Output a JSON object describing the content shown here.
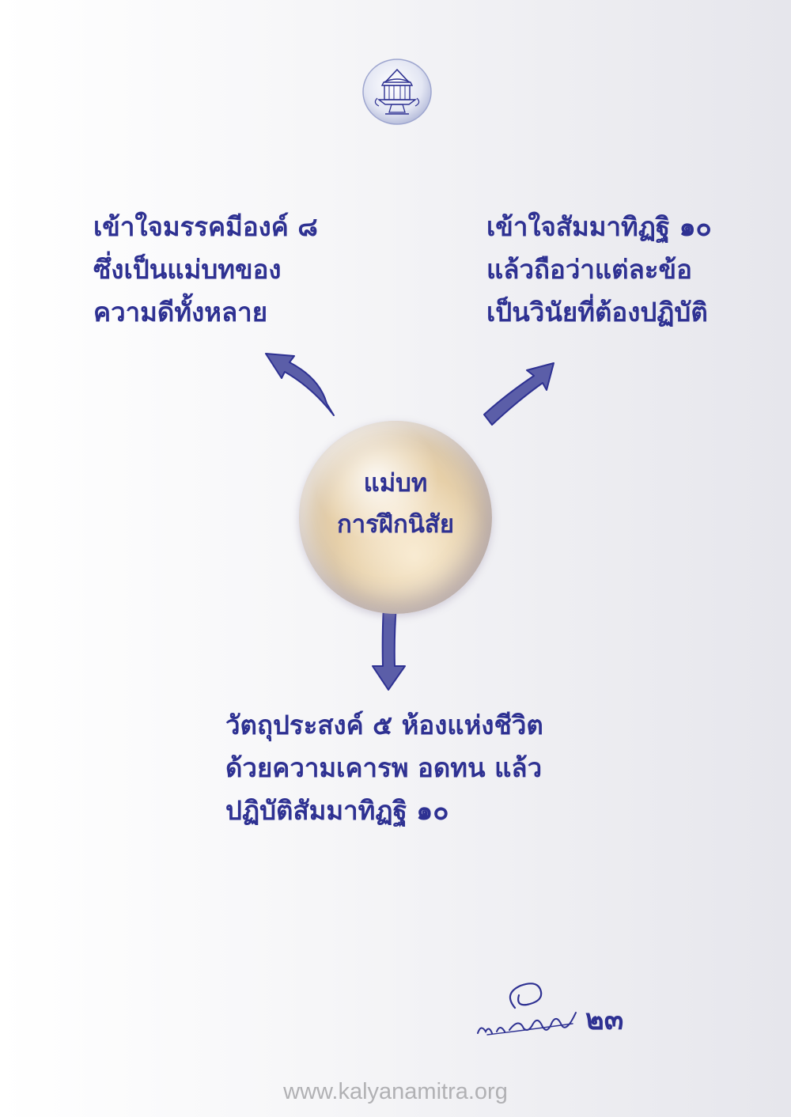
{
  "header": {
    "logo": "temple-seal-logo"
  },
  "diagram": {
    "center": {
      "lines": [
        "แม่บท",
        "การฝึกนิสัย"
      ]
    },
    "left": {
      "lines": [
        "เข้าใจมรรคมีองค์ ๘",
        "ซึ่งเป็นแม่บทของ",
        "ความดีทั้งหลาย"
      ]
    },
    "right": {
      "lines": [
        "เข้าใจสัมมาทิฏฐิ ๑๐",
        "แล้วถือว่าแต่ละข้อ",
        "เป็นวินัยที่ต้องปฏิบัติ"
      ]
    },
    "bottom": {
      "lines": [
        "วัตถุประสงค์ ๕ ห้องแห่งชีวิต",
        "ด้วยความเคารพ อดทน แล้ว",
        "ปฏิบัติสัมมาทิฏฐิ  ๑๐"
      ]
    }
  },
  "footer": {
    "signature": "handwritten-signature",
    "page_number": "๒๓",
    "website": "www.kalyanamitra.org"
  },
  "colors": {
    "text": "#2e3192",
    "arrow_fill": "#5b5ea8",
    "arrow_stroke": "#2e3192"
  }
}
